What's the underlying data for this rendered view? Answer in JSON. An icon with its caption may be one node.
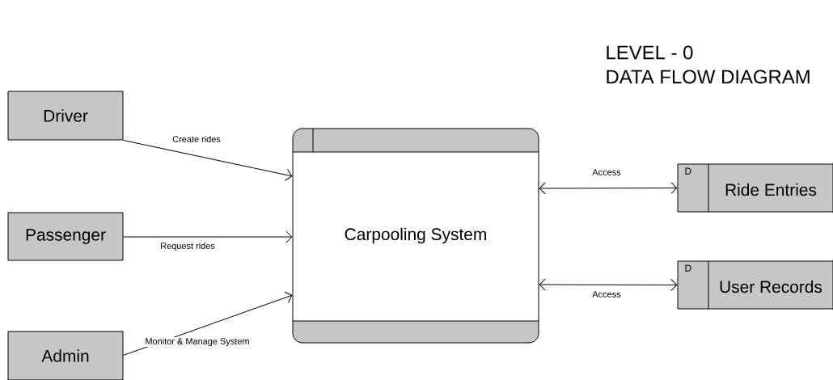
{
  "diagram": {
    "title": "LEVEL - 0",
    "nodes": [
      {
        "text": [
          "Driver"
        ]
      },
      {
        "text": [
          "Passenger"
        ]
      },
      {
        "text": [
          "Admin"
        ]
      },
      {
        "text": [
          "Carpooling System"
        ]
      },
      {
        "text": [
          "D",
          "Ride Entries"
        ]
      },
      {
        "text": [
          "D",
          "User Records"
        ]
      }
    ],
    "edges": [
      {
        "from": 0,
        "to": 3,
        "arrow": "to",
        "label": "Create rides"
      },
      {
        "from": 1,
        "to": 3,
        "arrow": "to",
        "label": "Request rides"
      },
      {
        "from": 2,
        "to": 3,
        "arrow": "to",
        "label": "Monitor & Manage System"
      },
      {
        "from": 3,
        "to": 4,
        "arrow": "both",
        "label": "Access"
      },
      {
        "from": 3,
        "to": 5,
        "arrow": "both",
        "label": "Access"
      }
    ],
    "labels": [
      "DATA FLOW DIAGRAM"
    ]
  }
}
